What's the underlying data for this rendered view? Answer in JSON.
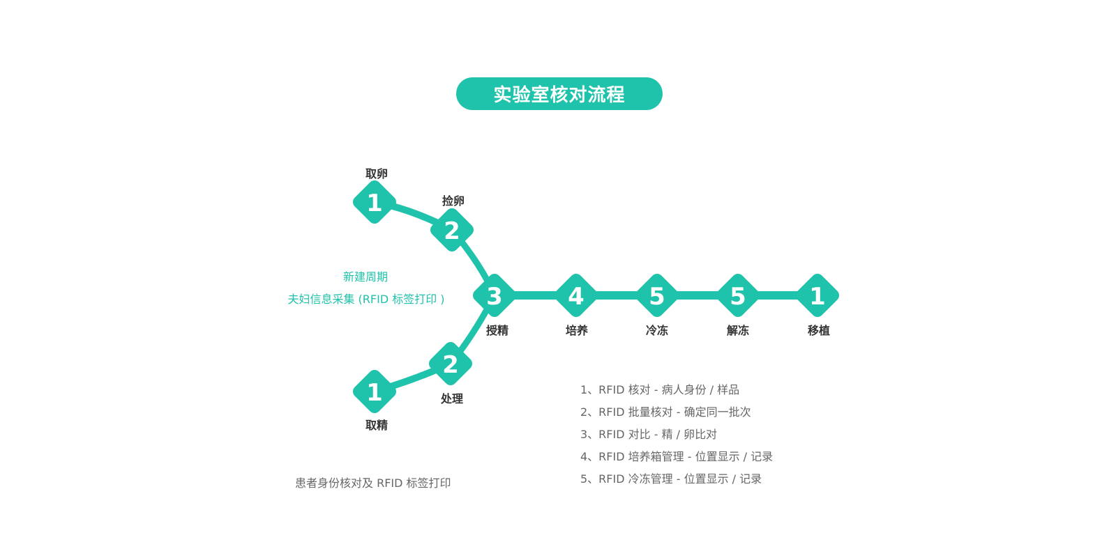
{
  "title": "实验室核对流程",
  "nodes": {
    "quluan": {
      "num": "1",
      "label": "取卵"
    },
    "jianluan": {
      "num": "2",
      "label": "捡卵"
    },
    "shoujing": {
      "num": "3",
      "label": "授精"
    },
    "peiyang": {
      "num": "4",
      "label": "培养"
    },
    "lengdong": {
      "num": "5",
      "label": "冷冻"
    },
    "jiedong": {
      "num": "5",
      "label": "解冻"
    },
    "yizhi": {
      "num": "1",
      "label": "移植"
    },
    "chuli": {
      "num": "2",
      "label": "处理"
    },
    "qujing": {
      "num": "1",
      "label": "取精"
    }
  },
  "notes": {
    "new_cycle": "新建周期",
    "couple_info": "夫妇信息采集 (RFID 标签打印 )",
    "patient_check": "患者身份核对及 RFID 标签打印"
  },
  "legend": [
    "1、RFID 核对 - 病人身份 / 样品",
    "2、RFID 批量核对 - 确定同一批次",
    "3、RFID 对比 - 精 / 卵比对",
    "4、RFID 培养箱管理 - 位置显示 / 记录",
    "5、RFID 冷冻管理 - 位置显示 / 记录"
  ],
  "colors": {
    "accent": "#1fc2aa",
    "label_text": "#333333",
    "note_text": "#666666"
  }
}
